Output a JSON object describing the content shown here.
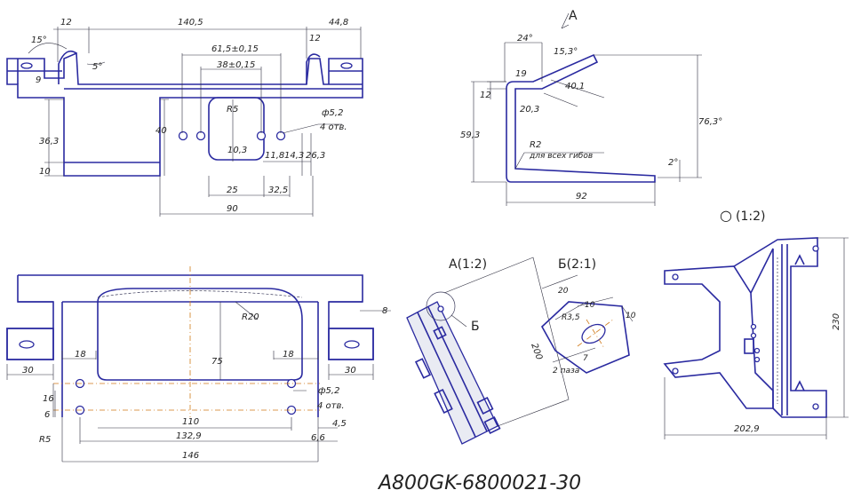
{
  "drawing_number": "А800GK-6800021-30",
  "view_marker_top": "А",
  "detail_labels": {
    "view_a": "А(1:2)",
    "detail_b": "Б(2:1)",
    "view_iso": "(1:2)",
    "b_callout": "Б"
  },
  "top_view": {
    "dims": [
      "12",
      "140,5",
      "44,8",
      "15°",
      "12",
      "61,5±0,15",
      "38±0,15",
      "9",
      "R5",
      "5°",
      "ф5,2",
      "4 отв.",
      "40",
      "36,3",
      "10,3",
      "10",
      "11,8",
      "14,3",
      "26,3",
      "25",
      "32,5",
      "90"
    ]
  },
  "side_view": {
    "dims": [
      "24°",
      "15,3°",
      "19",
      "12",
      "40,1",
      "20,3",
      "59,3",
      "76,3°",
      "R2",
      "для всех гибов",
      "2°",
      "92"
    ]
  },
  "front_view": {
    "dims": [
      "R20",
      "8",
      "30",
      "18",
      "75",
      "18",
      "30",
      "ф5,2",
      "4 отв.",
      "16",
      "6",
      "R5",
      "110",
      "132,9",
      "4,5",
      "6,6",
      "146"
    ]
  },
  "detail_a": {
    "dims": [
      "200"
    ]
  },
  "detail_b": {
    "dims": [
      "20",
      "10",
      "R3,5",
      "10",
      "7",
      "2 паза"
    ]
  },
  "iso_view": {
    "dims": [
      "230",
      "202,9"
    ]
  }
}
